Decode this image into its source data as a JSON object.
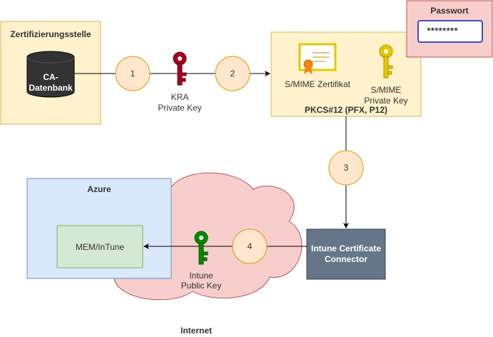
{
  "diagram": {
    "ca_box": {
      "title": "Zertifizierungsstelle",
      "db_line1": "CA-",
      "db_line2": "Datenbank"
    },
    "steps": [
      "1",
      "2",
      "3",
      "4"
    ],
    "kra_key": {
      "line1": "KRA",
      "line2": "Private Key"
    },
    "pkcs_box": {
      "title": "PKCS#12 (PFX, P12)",
      "cert_label": "S/MIME Zertifikat",
      "key_line1": "S/MIME",
      "key_line2": "Private Key"
    },
    "password_box": {
      "title": "Passwort",
      "value": "********"
    },
    "azure_box": {
      "title": "Azure",
      "inner": "MEM/InTune"
    },
    "connector": {
      "line1": "Intune Certificate",
      "line2": "Connector"
    },
    "intune_key": {
      "line1": "Intune",
      "line2": "Public Key"
    },
    "internet_label": "Internet",
    "colors": {
      "yellow_fill": "#fff2cc",
      "yellow_stroke": "#d6b656",
      "step_fill": "#ffe6cc",
      "step_stroke": "#d79b00",
      "pink_fill": "#f8cecc",
      "pink_stroke": "#b85450",
      "blue_fill": "#dae8fc",
      "blue_stroke": "#6c8ebf",
      "green_fill": "#d5e8d4",
      "green_stroke": "#82b366",
      "connector_fill": "#647687",
      "connector_stroke": "#314354",
      "key_red": "#a20025",
      "key_gold": "#e3c800",
      "key_green": "#008a00"
    }
  }
}
